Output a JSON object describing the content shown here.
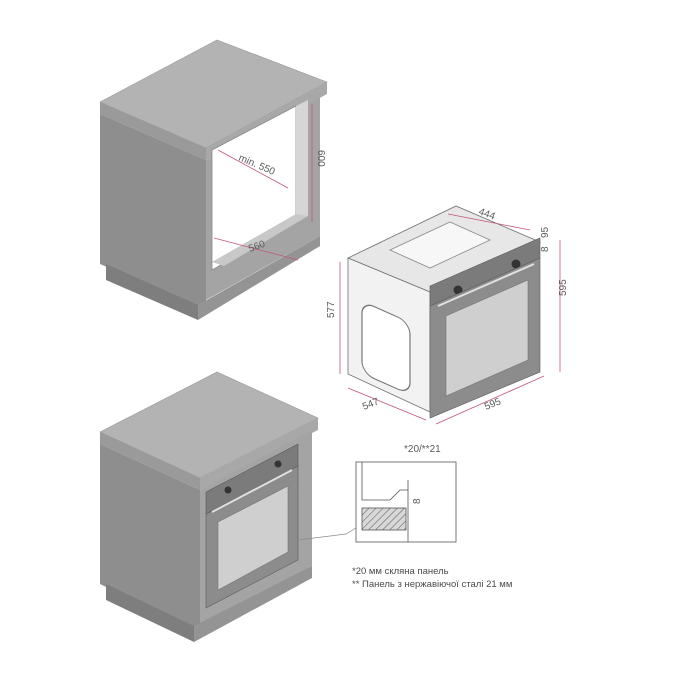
{
  "dimensions": {
    "niche_depth": "min. 550",
    "niche_width": "560",
    "niche_height": "600",
    "oven_depth_top": "444",
    "panel_gap_1": "8",
    "panel_gap_2": "95",
    "oven_height_total": "595",
    "oven_body_height": "577",
    "oven_body_depth": "547",
    "oven_width": "595",
    "front_thickness": "*20/**21",
    "detail_gap": "8"
  },
  "notes": {
    "glass_panel": "*20 мм скляна панель",
    "steel_panel": "** Панель з нержавіючої сталі 21 мм"
  },
  "colors": {
    "cabinet_front": "#8e8e8e",
    "cabinet_side": "#a4a4a4",
    "cabinet_top": "#b3b3b3",
    "dimension_line": "#c0577a"
  }
}
